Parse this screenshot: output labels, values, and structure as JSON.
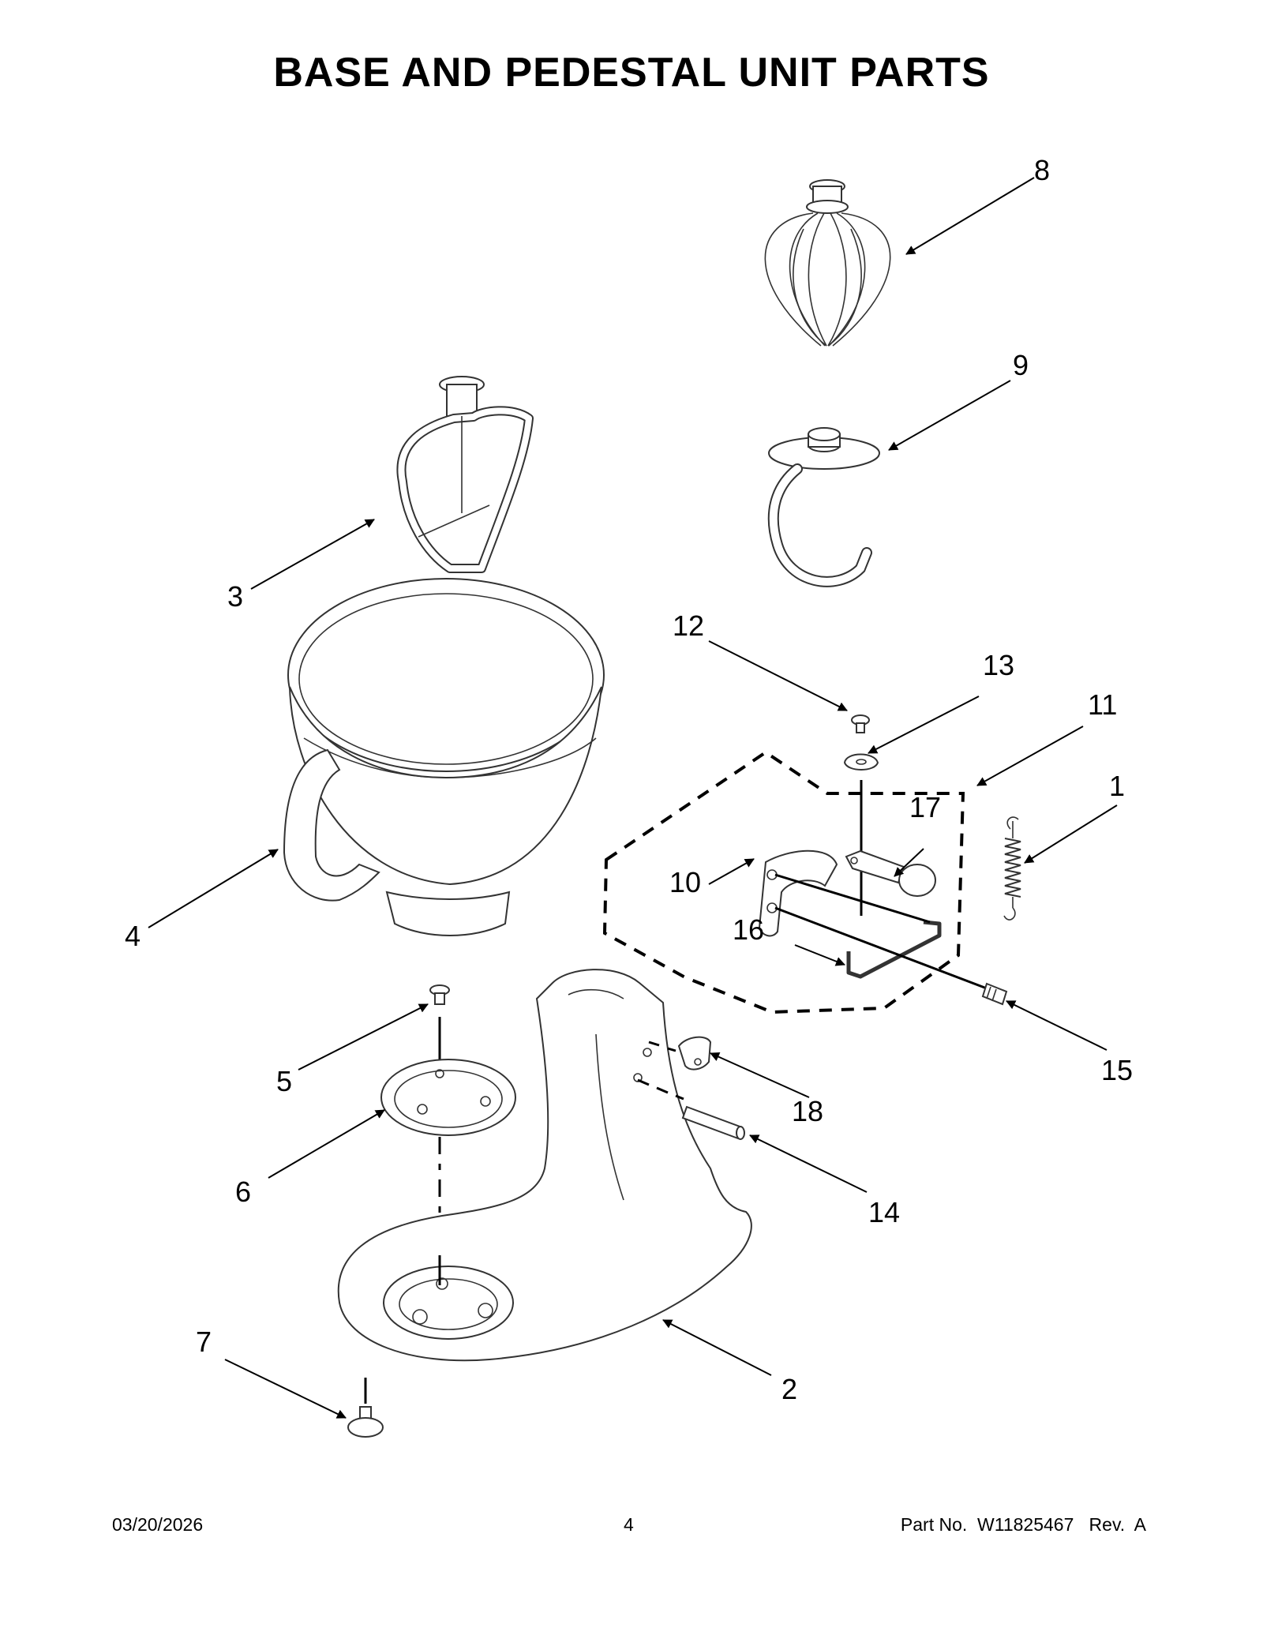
{
  "title": "BASE AND PEDESTAL UNIT PARTS",
  "callouts": [
    {
      "id": "1",
      "label": "1"
    },
    {
      "id": "2",
      "label": "2"
    },
    {
      "id": "3",
      "label": "3"
    },
    {
      "id": "4",
      "label": "4"
    },
    {
      "id": "5",
      "label": "5"
    },
    {
      "id": "6",
      "label": "6"
    },
    {
      "id": "7",
      "label": "7"
    },
    {
      "id": "8",
      "label": "8"
    },
    {
      "id": "9",
      "label": "9"
    },
    {
      "id": "10",
      "label": "10"
    },
    {
      "id": "11",
      "label": "11"
    },
    {
      "id": "12",
      "label": "12"
    },
    {
      "id": "13",
      "label": "13"
    },
    {
      "id": "14",
      "label": "14"
    },
    {
      "id": "15",
      "label": "15"
    },
    {
      "id": "16",
      "label": "16"
    },
    {
      "id": "17",
      "label": "17"
    },
    {
      "id": "18",
      "label": "18"
    }
  ],
  "footer": {
    "date": "03/20/2026",
    "page": "4",
    "part_number": "Part No.  W11825467   Rev.  A"
  }
}
